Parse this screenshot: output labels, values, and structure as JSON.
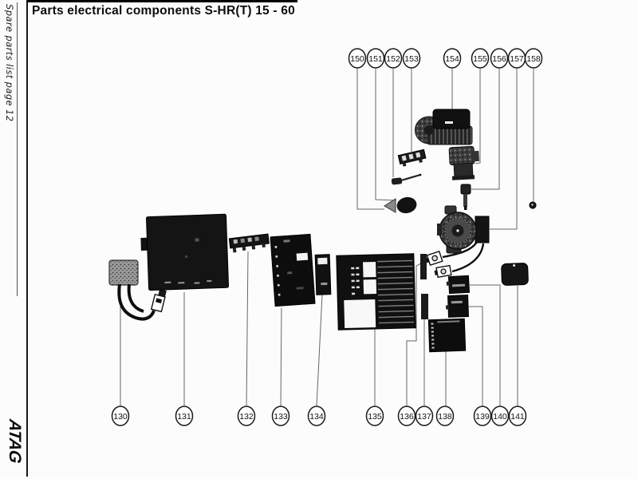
{
  "page": {
    "title": "Parts electrical components S-HR(T) 15 - 60",
    "sidebar_label": "Spare parts list  page 12",
    "brand_logo": "ATAG"
  },
  "diagram": {
    "top_callouts": [
      {
        "label": "150"
      },
      {
        "label": "151"
      },
      {
        "label": "152"
      },
      {
        "label": "153"
      },
      {
        "label": "154"
      },
      {
        "label": "155"
      },
      {
        "label": "156"
      },
      {
        "label": "157"
      },
      {
        "label": "158"
      }
    ],
    "bottom_callouts": [
      {
        "label": "130"
      },
      {
        "label": "131"
      },
      {
        "label": "132"
      },
      {
        "label": "133"
      },
      {
        "label": "134"
      },
      {
        "label": "135"
      },
      {
        "label": "136"
      },
      {
        "label": "137"
      },
      {
        "label": "138"
      },
      {
        "label": "139"
      },
      {
        "label": "140"
      },
      {
        "label": "141"
      }
    ]
  },
  "colors": {
    "paper": "#fcfcfc",
    "ink": "#111111",
    "leader_line": "#666666"
  }
}
